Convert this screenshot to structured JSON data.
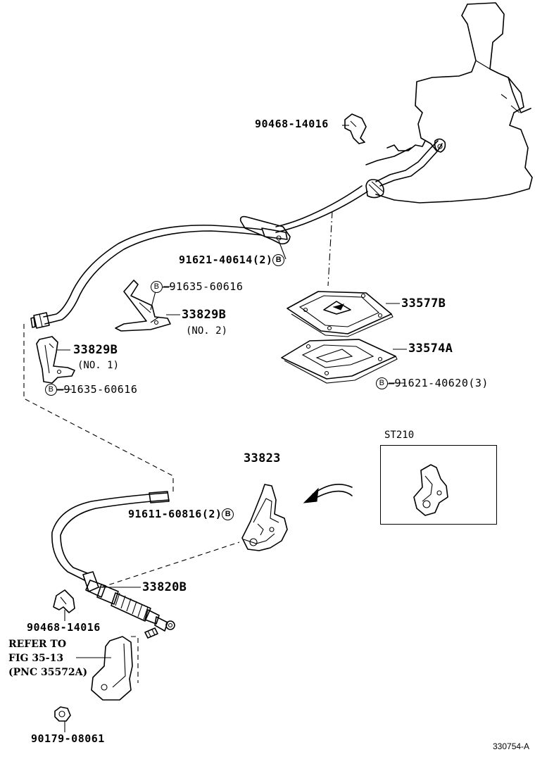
{
  "diagram": {
    "reference_code": "330754-A",
    "mark_symbol": "B",
    "labels": {
      "clip_upper": "90468-14016",
      "bolt_upper": "91621-40614(2)",
      "bolt_no2": "91635-60616",
      "bracket_no2_part": "33829B",
      "bracket_no2_note": "(NO. 2)",
      "bracket_no1_part": "33829B",
      "bracket_no1_note": "(NO. 1)",
      "bolt_no1": "91635-60616",
      "plate": "33577B",
      "gasket": "33574A",
      "bolt_gasket": "91621-40620(3)",
      "bracket_33823": "33823",
      "bolt_33823": "91611-60816(2)",
      "cable": "33820B",
      "clip_lower": "90468-14016",
      "nut": "90179-08061",
      "inset_model": "ST210"
    },
    "refer_note": [
      "REFER TO",
      "FIG 35-13",
      "(PNC 35572A)"
    ]
  }
}
